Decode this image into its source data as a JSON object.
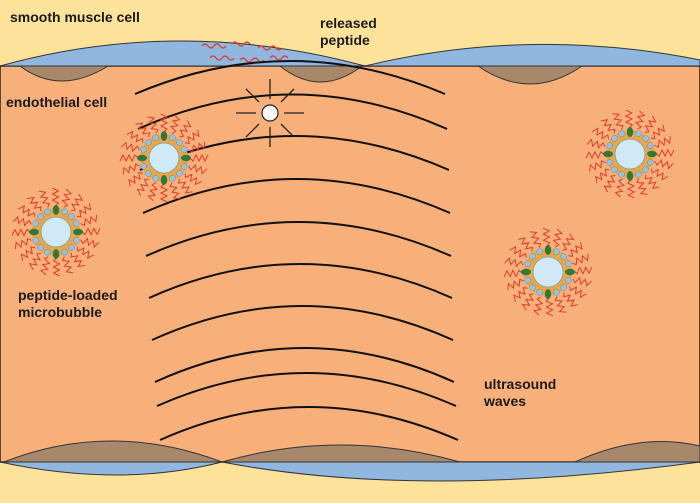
{
  "labels": {
    "smooth_muscle_cell": "smooth muscle cell",
    "released_peptide": "released peptide",
    "endothelial_cell": "endothelial cell",
    "peptide_loaded_microbubble": "peptide-loaded microbubble",
    "ultrasound_waves": "ultrasound waves"
  },
  "colors": {
    "smooth_muscle_bg": "#fde39a",
    "vessel_lumen": "#f7b07a",
    "endothelial_blue": "#8fb7e0",
    "endothelial_brown": "#a8886a",
    "microbubble_core": "#cfe9f7",
    "shell_orange": "#f2a53a",
    "shell_green": "#2e7a3e",
    "shell_beads": "#8fc4e8",
    "peptide_red": "#e23a2a",
    "wave_line": "#111111"
  },
  "icons": [
    "burst-icon",
    "microbubble-icon",
    "peptide-strand-icon"
  ]
}
